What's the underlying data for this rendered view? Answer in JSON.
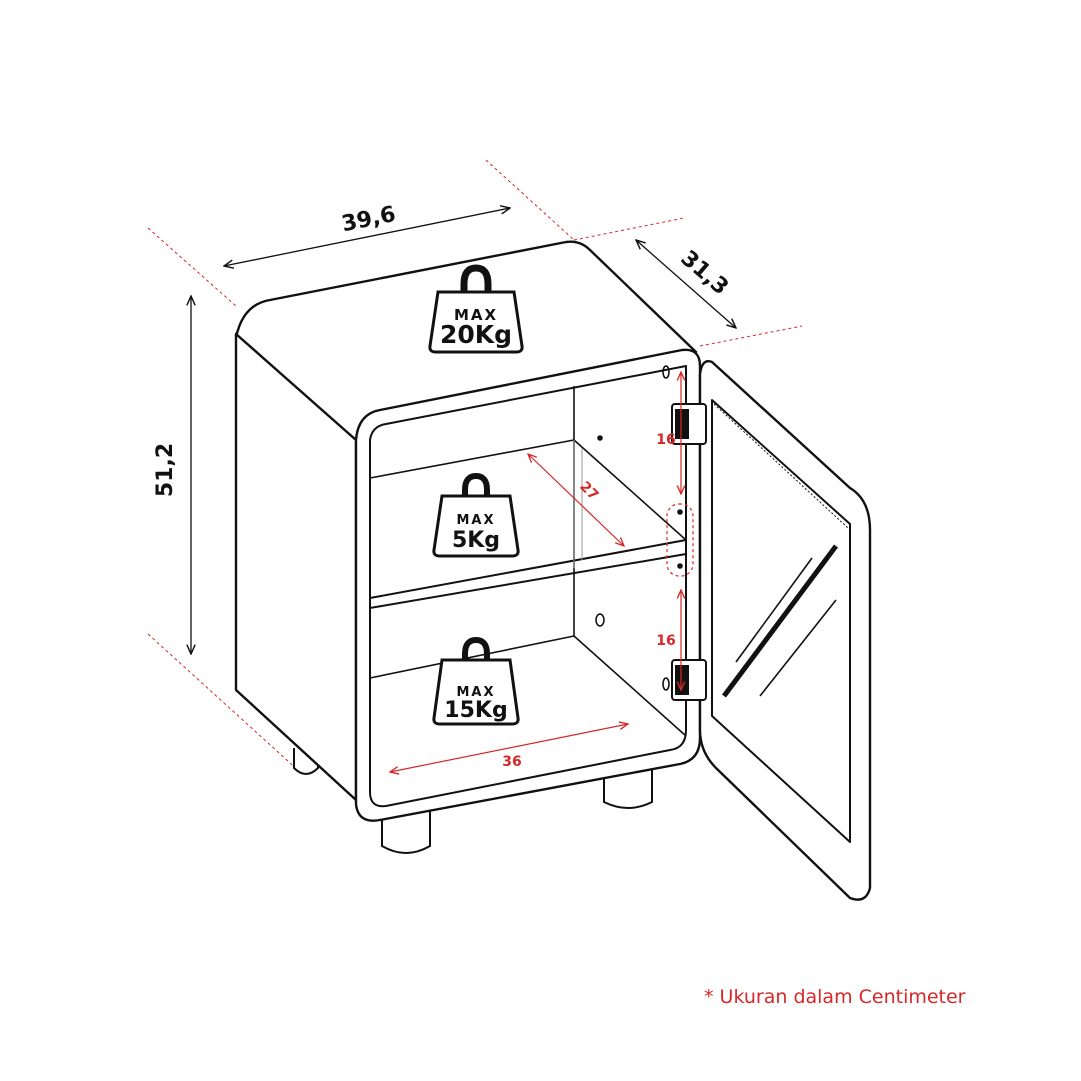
{
  "dimensions": {
    "width": "39,6",
    "depth": "31,3",
    "height": "51,2",
    "inner_width": "36",
    "shelf_depth": "27",
    "hinge_spacing_top": "16",
    "hinge_spacing_bottom": "16"
  },
  "weights": {
    "top": {
      "label": "MAX",
      "value": "20Kg"
    },
    "shelf": {
      "label": "MAX",
      "value": "5Kg"
    },
    "bottom": {
      "label": "MAX",
      "value": "15Kg"
    }
  },
  "note": "* Ukuran dalam Centimeter",
  "colors": {
    "line": "#111111",
    "accent": "#d62828"
  }
}
